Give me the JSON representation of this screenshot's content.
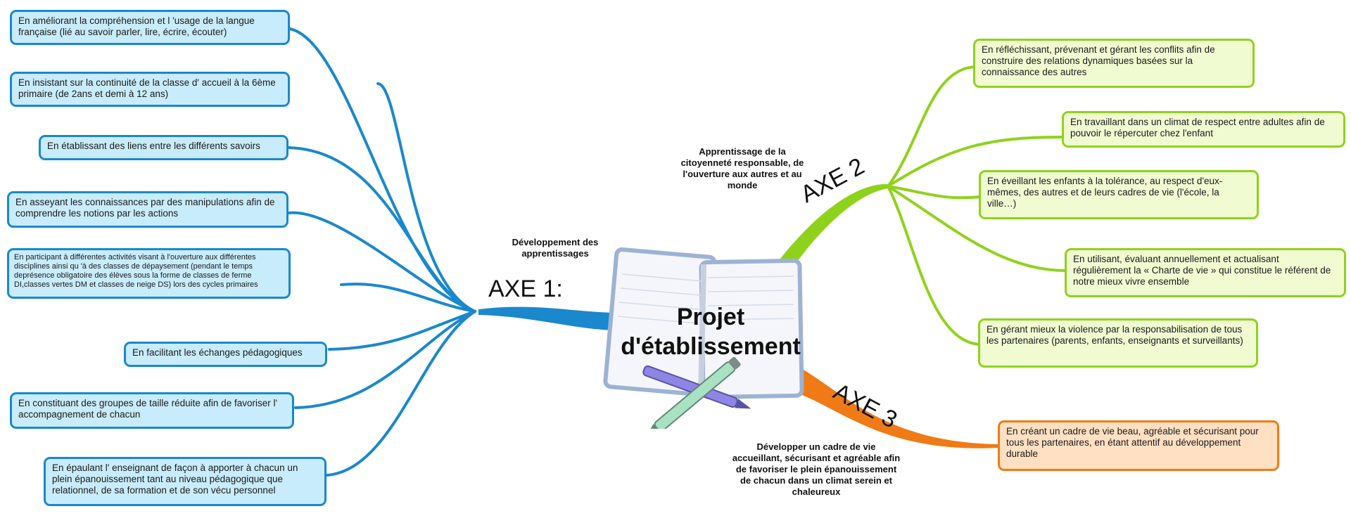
{
  "center": {
    "line1": "Projet",
    "line2": "d'établissement",
    "icon": "notebook-pencil-icon"
  },
  "colors": {
    "axe1": "#1a88cc",
    "axe2": "#8fd21c",
    "axe3": "#f07a16"
  },
  "axe1": {
    "label": "AXE 1:",
    "theme": "Développement des apprentissages",
    "nodes": [
      "En améliorant la compréhension et l 'usage de la langue française (lié au savoir parler, lire, écrire, écouter)",
      "En insistant sur la continuité de la classe d' accueil à la 6ème primaire (de 2ans et demi à 12 ans)",
      "En établissant des liens entre les différents savoirs",
      "En asseyant les connaissances par des manipulations afin de comprendre les notions par les actions",
      "En participant à différentes activités visant à l'ouverture aux différentes disciplines ainsi qu 'à des classes de dépaysement (pendant le temps deprésence obligatoire des élèves sous la forme de classes de ferme DI,classes vertes DM et classes de neige DS) lors des cycles primaires",
      "En facilitant les échanges pédagogiques",
      "En constituant des groupes de taille réduite afin de favoriser l' accompagnement de chacun",
      "En épaulant l' enseignant de façon à apporter à chacun un plein épanouissement tant au niveau pédagogique que relationnel, de sa formation et de son vécu personnel"
    ]
  },
  "axe2": {
    "label": "AXE 2",
    "theme": "Apprentissage de la citoyenneté responsable, de l'ouverture aux autres et au monde",
    "nodes": [
      "En réfléchissant, prévenant et gérant les conflits afin de construire des relations dynamiques basées sur la connaissance des autres",
      "En travaillant dans un climat de respect entre adultes afin de pouvoir le répercuter chez l'enfant",
      "En éveillant les enfants à la tolérance, au respect d'eux-mêmes, des autres et de leurs cadres de vie (l'école, la ville…)",
      "En utilisant, évaluant annuellement et actualisant régulièrement la « Charte de vie » qui constitue le référent de notre mieux vivre ensemble",
      "En gérant mieux la violence par la responsabilisation de tous les partenaires (parents, enfants, enseignants et surveillants)"
    ]
  },
  "axe3": {
    "label": "AXE 3",
    "theme": "Développer un cadre de vie accueillant, sécurisant et agréable afin de favoriser le plein épanouissement de chacun dans un climat serein et chaleureux",
    "nodes": [
      "En créant un cadre de vie beau, agréable et sécurisant pour tous les partenaires, en étant attentif au développement durable"
    ]
  }
}
